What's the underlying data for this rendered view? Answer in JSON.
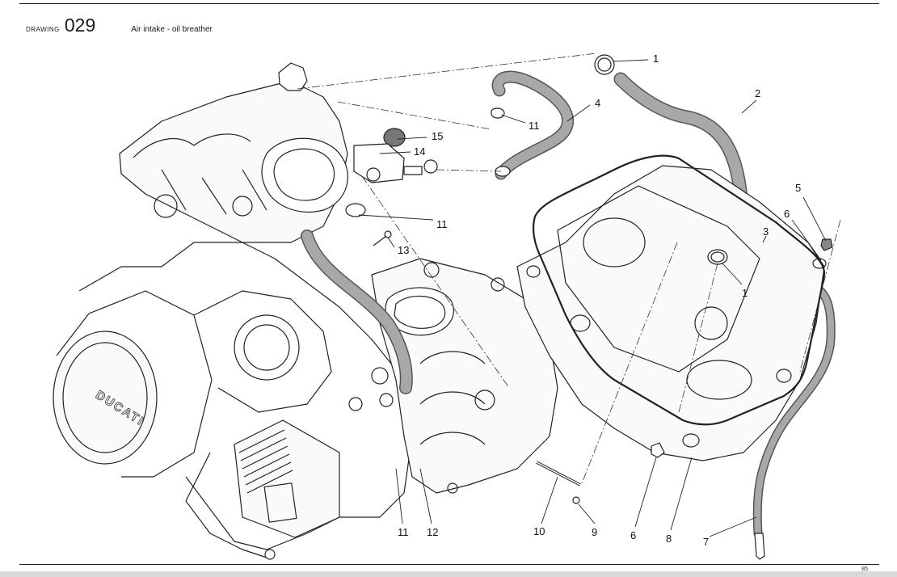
{
  "header": {
    "label": "DRAWING",
    "number": "029",
    "title": "Air intake - oil breather"
  },
  "page_number": "85",
  "callouts": [
    {
      "id": "c1a",
      "text": "1"
    },
    {
      "id": "c2",
      "text": "2"
    },
    {
      "id": "c4",
      "text": "4"
    },
    {
      "id": "c11a",
      "text": "11"
    },
    {
      "id": "c15",
      "text": "15"
    },
    {
      "id": "c14",
      "text": "14"
    },
    {
      "id": "c11b",
      "text": "11"
    },
    {
      "id": "c13",
      "text": "13"
    },
    {
      "id": "c5",
      "text": "5"
    },
    {
      "id": "c6a",
      "text": "6"
    },
    {
      "id": "c3",
      "text": "3"
    },
    {
      "id": "c1b",
      "text": "1"
    },
    {
      "id": "c11c",
      "text": "11"
    },
    {
      "id": "c12",
      "text": "12"
    },
    {
      "id": "c10",
      "text": "10"
    },
    {
      "id": "c9",
      "text": "9"
    },
    {
      "id": "c6b",
      "text": "6"
    },
    {
      "id": "c8",
      "text": "8"
    },
    {
      "id": "c7",
      "text": "7"
    }
  ],
  "engine_logo_text": "DUCATI"
}
